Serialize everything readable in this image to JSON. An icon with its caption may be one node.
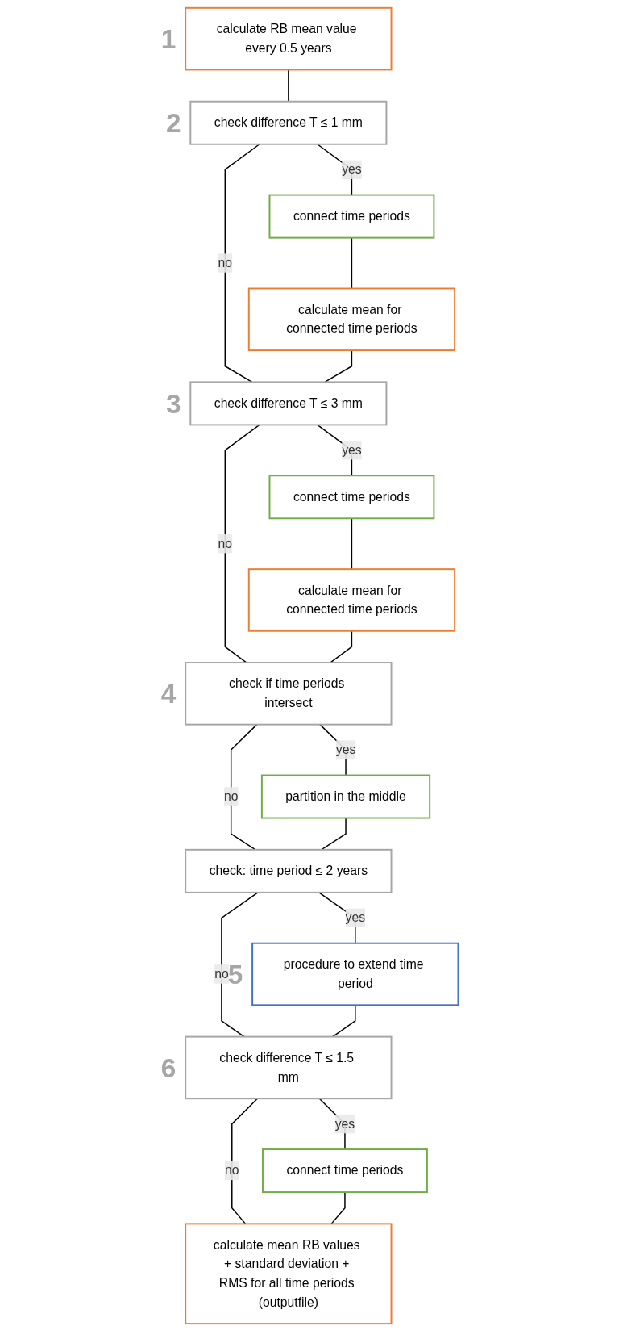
{
  "diagram": {
    "nodes": [
      {
        "text": [
          "calculate RB mean value every 0.5 years"
        ],
        "beside": [
          "1"
        ]
      },
      {
        "text": [
          "check difference T ≤ 1 mm"
        ],
        "beside": [
          "2"
        ]
      },
      {
        "text": [
          "connect time periods"
        ]
      },
      {
        "text": [
          "calculate mean for connected time periods"
        ]
      },
      {
        "text": [
          "check difference T ≤ 3 mm"
        ],
        "beside": [
          "3"
        ]
      },
      {
        "text": [
          "connect time periods"
        ]
      },
      {
        "text": [
          "calculate mean for connected time periods"
        ]
      },
      {
        "text": [
          "check if time periods intersect"
        ],
        "beside": [
          "4"
        ]
      },
      {
        "text": [
          "partition in the middle"
        ]
      },
      {
        "text": [
          "check: time period ≤ 2 years"
        ]
      },
      {
        "text": [
          "procedure to extend time period"
        ],
        "beside": [
          "5"
        ]
      },
      {
        "text": [
          "check difference T ≤ 1.5 mm"
        ],
        "beside": [
          "6"
        ]
      },
      {
        "text": [
          "connect time periods"
        ]
      },
      {
        "text": [
          "calculate mean RB values + standard deviation + RMS for all time periods (outputfile)"
        ]
      }
    ],
    "edges": [
      {
        "from": 0,
        "to": 1,
        "arrow": "none"
      },
      {
        "from": 1,
        "to": 2,
        "arrow": "none",
        "label": "yes"
      },
      {
        "from": 1,
        "to": 4,
        "arrow": "none",
        "label": "no"
      },
      {
        "from": 2,
        "to": 3,
        "arrow": "none"
      },
      {
        "from": 3,
        "to": 4,
        "arrow": "none"
      },
      {
        "from": 4,
        "to": 5,
        "arrow": "none",
        "label": "yes"
      },
      {
        "from": 4,
        "to": 7,
        "arrow": "none",
        "label": "no"
      },
      {
        "from": 5,
        "to": 6,
        "arrow": "none"
      },
      {
        "from": 6,
        "to": 7,
        "arrow": "none"
      },
      {
        "from": 7,
        "to": 8,
        "arrow": "none",
        "label": "yes"
      },
      {
        "from": 7,
        "to": 9,
        "arrow": "none",
        "label": "no"
      },
      {
        "from": 8,
        "to": 9,
        "arrow": "none"
      },
      {
        "from": 9,
        "to": 10,
        "arrow": "none",
        "label": "yes"
      },
      {
        "from": 9,
        "to": 11,
        "arrow": "none",
        "label": "no"
      },
      {
        "from": 10,
        "to": 11,
        "arrow": "none"
      },
      {
        "from": 11,
        "to": 12,
        "arrow": "none",
        "label": "yes"
      },
      {
        "from": 11,
        "to": 13,
        "arrow": "none",
        "label": "no"
      },
      {
        "from": 12,
        "to": 13,
        "arrow": "none"
      }
    ]
  }
}
